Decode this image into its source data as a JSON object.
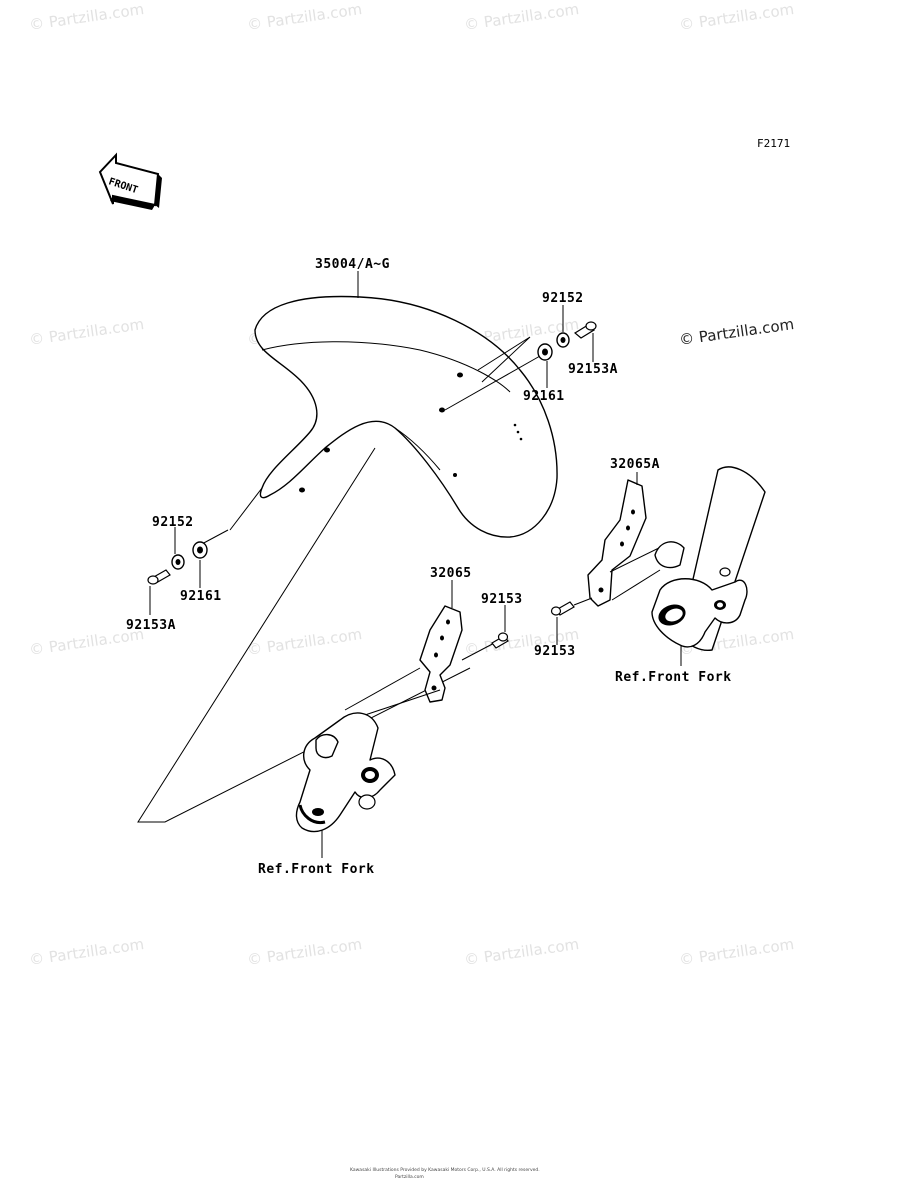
{
  "figure_code": "F2171",
  "front_label": "FRONT",
  "watermark": "© Partzilla.com",
  "labels": {
    "fender": "35004/A~G",
    "collar_right": "92152",
    "bolt_right": "92153A",
    "grommet_right": "92161",
    "bracket_right": "32065A",
    "collar_left": "92152",
    "grommet_left": "92161",
    "bolt_left": "92153A",
    "bracket_left": "32065",
    "bolt_bracket_left": "92153",
    "bolt_bracket_right": "92153",
    "fork_right": "Ref.Front Fork",
    "fork_left": "Ref.Front Fork"
  },
  "footer": {
    "line1": "Kawasaki Illustrations Provided by Kawasaki Motors Corp., U.S.A. All rights reserved.",
    "line2": "Partzilla.com"
  }
}
